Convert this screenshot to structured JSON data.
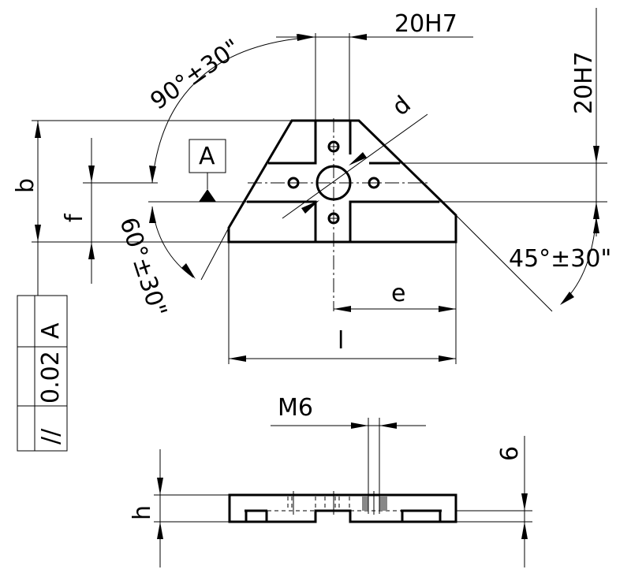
{
  "drawing": {
    "dimensions": {
      "slot_width_top": "20H7",
      "slot_width_side": "20H7",
      "angle_top": "90°±30\"",
      "angle_left": "60°±30\"",
      "angle_right": "45°±30\"",
      "diameter": "d",
      "height_b": "b",
      "height_f": "f",
      "offset_e": "e",
      "length_l": "l",
      "thread": "M6",
      "thickness_h": "h",
      "depth": "6"
    },
    "datum": "A",
    "tolerance_frame": {
      "symbol": "//",
      "value": "0.02",
      "datum": "A"
    }
  }
}
